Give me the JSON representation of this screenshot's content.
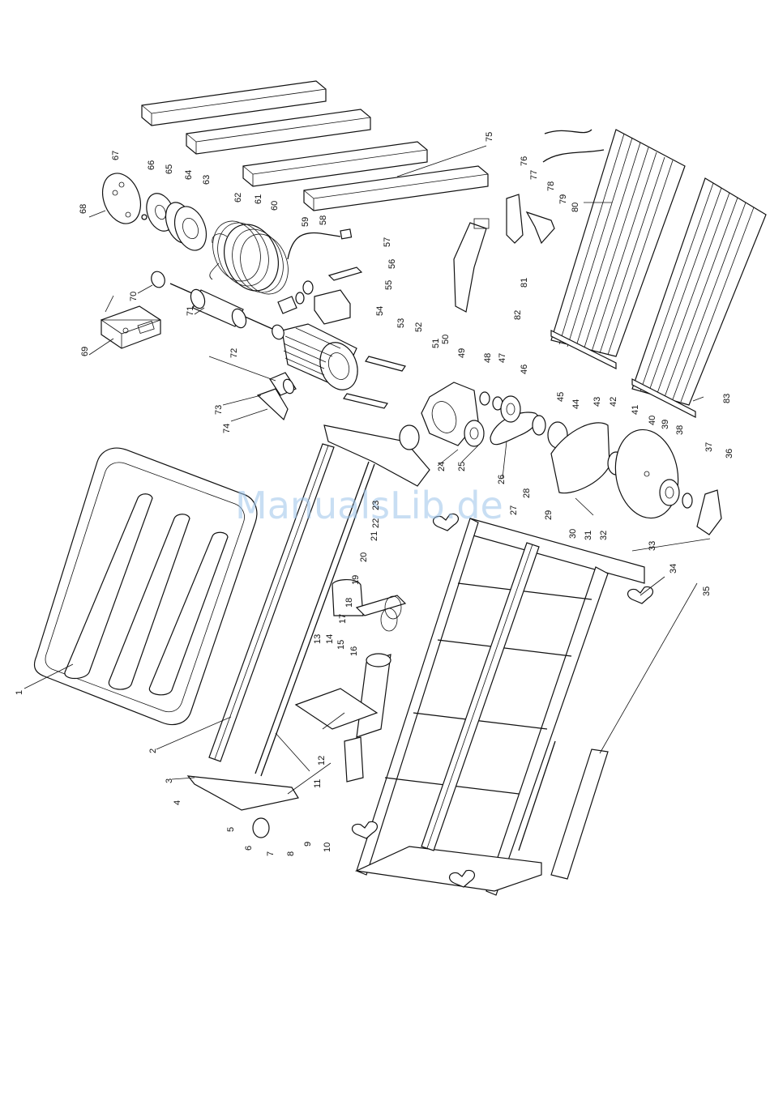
{
  "watermark": "ManualsLib.de",
  "part_labels": [
    "1",
    "2",
    "3",
    "4",
    "5",
    "6",
    "7",
    "8",
    "9",
    "10",
    "11",
    "12",
    "13",
    "14",
    "15",
    "16",
    "17",
    "18",
    "19",
    "20",
    "21",
    "22",
    "23",
    "24",
    "25",
    "26",
    "27",
    "28",
    "29",
    "30",
    "31",
    "32",
    "33",
    "34",
    "35",
    "36",
    "37",
    "38",
    "39",
    "40",
    "41",
    "42",
    "43",
    "44",
    "45",
    "46",
    "47",
    "48",
    "49",
    "50",
    "51",
    "52",
    "53",
    "54",
    "55",
    "56",
    "57",
    "58",
    "59",
    "60",
    "61",
    "62",
    "63",
    "64",
    "65",
    "66",
    "67",
    "68",
    "69",
    "70",
    "71",
    "72",
    "73",
    "74",
    "75",
    "76",
    "77",
    "78",
    "79",
    "80",
    "81",
    "82",
    "83"
  ]
}
